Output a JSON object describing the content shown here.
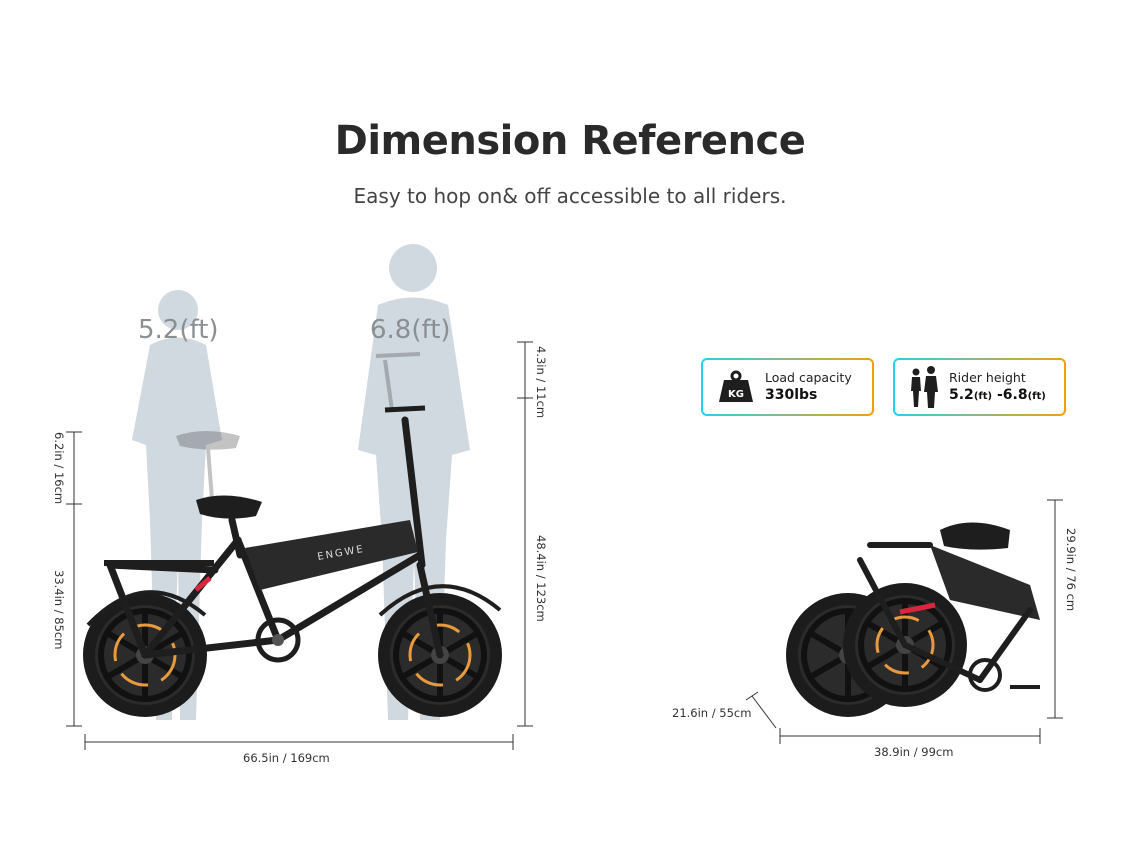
{
  "header": {
    "title": "Dimension Reference",
    "subtitle": "Easy to hop on& off accessible to all riders."
  },
  "silhouettes": {
    "short_label": "5.2(ft)",
    "tall_label": "6.8(ft)"
  },
  "unfolded_dimensions": {
    "seat_adjust": "6.2in / 16cm",
    "seat_height": "33.4in / 85cm",
    "handlebar_adjust": "4.3in / 11cm",
    "handlebar_height": "48.4in / 123cm",
    "length": "66.5in / 169cm"
  },
  "folded_dimensions": {
    "height": "29.9in / 76 cm",
    "width": "21.6in / 55cm",
    "length": "38.9in / 99cm"
  },
  "bike_brand": "ENGWE",
  "cards": {
    "load": {
      "icon_label": "KG",
      "title": "Load capacity",
      "value": "330lbs"
    },
    "rider": {
      "title": "Rider height",
      "value_min": "5.2",
      "unit_min": "(ft)",
      "separator": " -",
      "value_max": "6.8",
      "unit_max": "(ft)"
    }
  },
  "colors": {
    "silhouette": "#c8d2db",
    "frame": "#1e1e1e",
    "accent_red": "#d7263d",
    "accent_orange": "#e89a3c",
    "card_gradient_start": "#22d3ee",
    "card_gradient_end": "#f59e0b"
  }
}
